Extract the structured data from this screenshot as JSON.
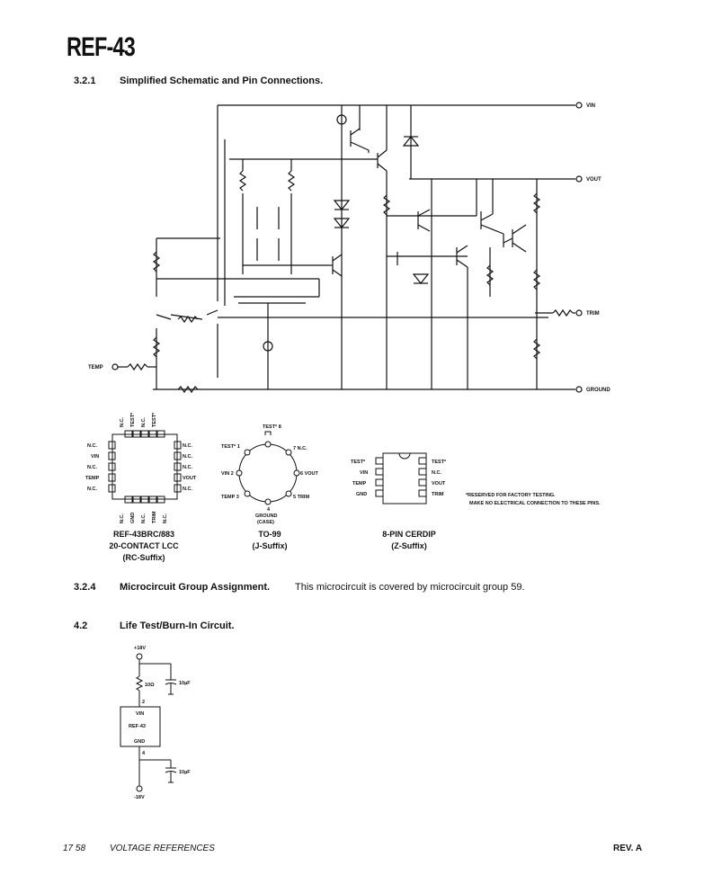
{
  "header": {
    "title": "REF-43"
  },
  "sections": {
    "s321": {
      "num": "3.2.1",
      "title": "Simplified Schematic and Pin Connections."
    },
    "s324": {
      "num": "3.2.4",
      "title": "Microcircuit Group Assignment.",
      "text": "This microcircuit is covered by microcircuit group 59."
    },
    "s42": {
      "num": "4.2",
      "title": "Life Test/Burn-In Circuit."
    }
  },
  "schematic": {
    "labels": {
      "vin": "VIN",
      "vout": "VOUT",
      "trim": "TRIM",
      "ground": "GROUND",
      "temp": "TEMP"
    }
  },
  "packages": {
    "lcc": {
      "caption1": "REF-43BRC/883",
      "caption2": "20-CONTACT LCC",
      "caption3": "(RC-Suffix)",
      "left_pins": [
        "N.C.",
        "VIN",
        "N.C.",
        "TEMP",
        "N.C."
      ],
      "right_pins": [
        "N.C.",
        "N.C.",
        "N.C.",
        "VOUT",
        "N.C."
      ],
      "top_pins": [
        "N.C.",
        "TEST*",
        "N.C.",
        "TEST*"
      ],
      "bottom_pins": [
        "N.C.",
        "GND",
        "N.C.",
        "TRIM",
        "N.C."
      ]
    },
    "to99": {
      "caption1": "TO-99",
      "caption2": "(J-Suffix)",
      "pins": [
        "TEST* 1",
        "TEST* 8",
        "7 N.C.",
        "6 VOUT",
        "5 TRIM",
        "4",
        "TEMP 3",
        "VIN 2"
      ],
      "ground": "GROUND",
      "case": "(CASE)"
    },
    "dip": {
      "caption1": "8-PIN CERDIP",
      "caption2": "(Z-Suffix)",
      "left_pins": [
        "TEST*",
        "VIN",
        "TEMP",
        "GND"
      ],
      "right_pins": [
        "TEST*",
        "N.C.",
        "VOUT",
        "TRIM"
      ],
      "note1": "*RESERVED FOR FACTORY TESTING.",
      "note2": "MAKE NO ELECTRICAL CONNECTION TO THESE PINS."
    }
  },
  "burnin": {
    "top_supply": "+18V",
    "bottom_supply": "-18V",
    "resistor": "10Ω",
    "cap_top": "10µF",
    "cap_bottom": "10µF",
    "chip_vin": "VIN",
    "chip_name": "REF-43",
    "chip_gnd": "GND",
    "pin_top": "2",
    "pin_bottom": "4"
  },
  "footer": {
    "page": "17  58",
    "section": "VOLTAGE REFERENCES",
    "rev": "REV. A"
  }
}
